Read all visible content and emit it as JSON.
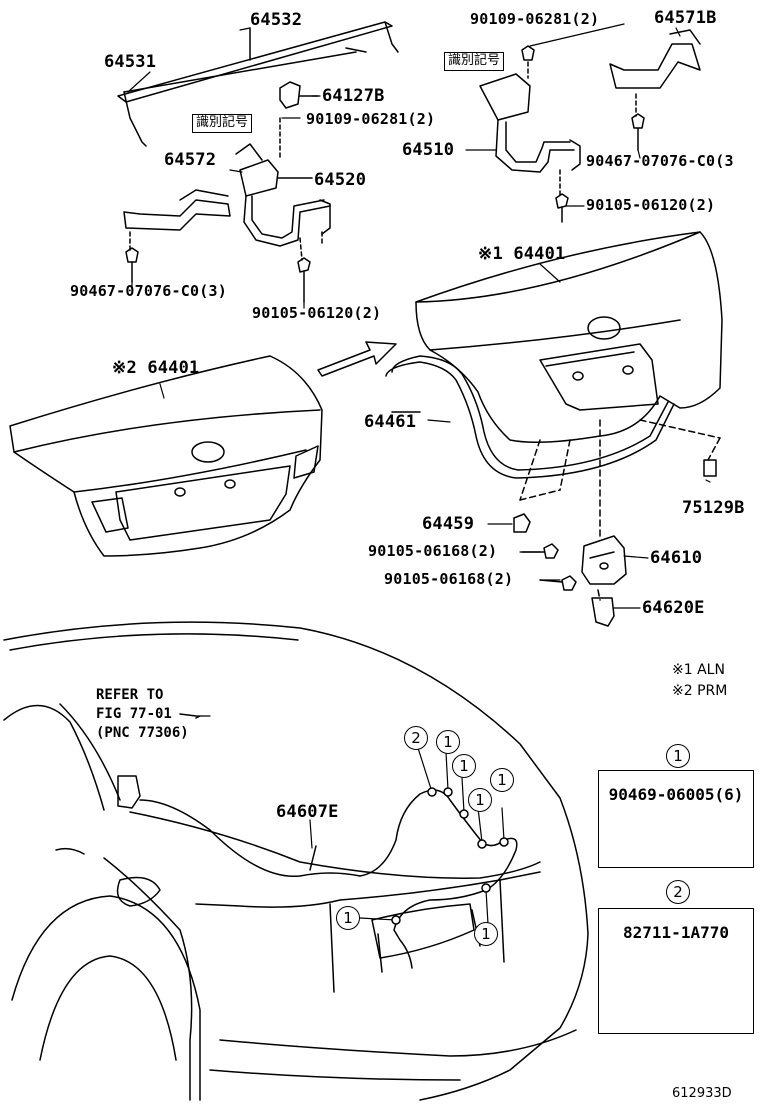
{
  "labels": {
    "p64532": "64532",
    "p64531": "64531",
    "p64127b": "64127B",
    "p90109_left": "90109-06281(2)",
    "p64572": "64572",
    "p64520": "64520",
    "p90467_left": "90467-07076-C0(3)",
    "p90105_left": "90105-06120(2)",
    "p90109_right": "90109-06281(2)",
    "p64571b": "64571B",
    "p64510": "64510",
    "p90467_right": "90467-07076-C0(3",
    "p90105_right": "90105-06120(2)",
    "p64401_1": "※1 64401",
    "p64401_2": "※2 64401",
    "p64461": "64461",
    "p75129b": "75129B",
    "p64459": "64459",
    "p90105_06168_a": "90105-06168(2)",
    "p90105_06168_b": "90105-06168(2)",
    "p64610": "64610",
    "p64620e": "64620E",
    "p64607e": "64607E"
  },
  "tags": {
    "id_mark_left": "識別記号",
    "id_mark_right": "識別記号"
  },
  "refer": "REFER TO\nFIG 77-01\n(PNC 77306)",
  "notes": "※1 ALN\n※2 PRM",
  "callouts": {
    "c1": "1",
    "c2": "2"
  },
  "legend": {
    "box1": {
      "num": "1",
      "part": "90469-06005(6)"
    },
    "box2": {
      "num": "2",
      "part": "82711-1A770"
    }
  },
  "figure_code": "612933D"
}
